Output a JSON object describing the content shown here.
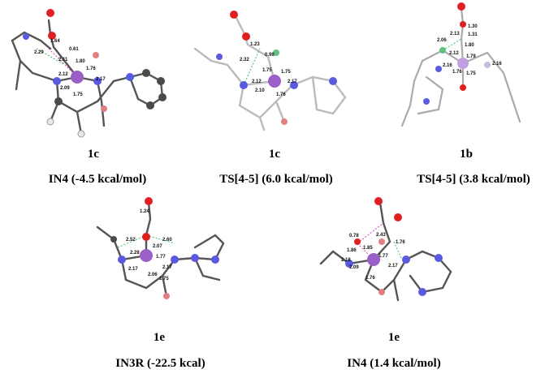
{
  "panels": [
    {
      "compound": "1c",
      "caption": "IN4 (-4.5 kcal/mol)",
      "distances": [
        "1.64",
        "0.61",
        "1.80",
        "2.29",
        "2.11",
        "1.76",
        "2.12",
        "2.17",
        "2.09",
        "1.75"
      ]
    },
    {
      "compound": "1c",
      "caption": "TS[4-5] (6.0 kcal/mol)",
      "distances": [
        "1.23",
        "0.98",
        "2.32",
        "1.75",
        "1.75",
        "2.12",
        "2.17",
        "2.10",
        "1.76"
      ]
    },
    {
      "compound": "1b",
      "caption": "TS[4-5] (3.8 kcal/mol)",
      "distances": [
        "1.30",
        "1.31",
        "2.13",
        "2.06",
        "1.80",
        "2.12",
        "1.79",
        "2.16",
        "2.16",
        "1.76",
        "1.75"
      ]
    },
    {
      "compound": "1e",
      "caption": "IN3R (-22.5 kcal)",
      "distances": [
        "1.24",
        "2.52",
        "2.60",
        "2.07",
        "2.28",
        "1.77",
        "2.17",
        "2.17",
        "2.06",
        "1.75"
      ]
    },
    {
      "compound": "1e",
      "caption": "IN4 (1.4 kcal/mol)",
      "distances": [
        "0.78",
        "2.43",
        "1.86",
        "1.85",
        "1.76",
        "2.18",
        "1.77",
        "2.09",
        "2.17",
        "1.76"
      ]
    }
  ],
  "colors": {
    "carbon": "#4a4a4a",
    "hydrogen": "#e8e8e8",
    "nitrogen": "#5a5ae0",
    "oxygen": "#e02020",
    "metal": "#9a60c8",
    "hbond_green": "#3cc060",
    "hbond_pink": "#e040c0"
  }
}
